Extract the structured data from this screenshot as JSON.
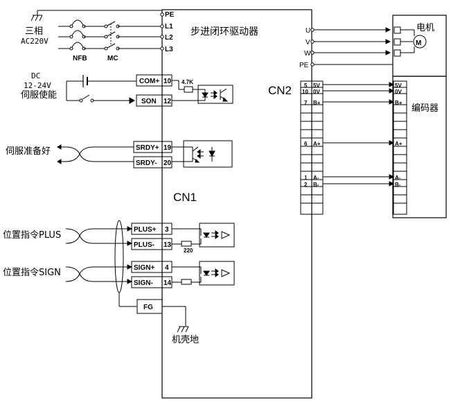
{
  "power": {
    "phase": "三相",
    "voltage": "AC220V",
    "breaker": "NFB",
    "contactor": "MC"
  },
  "dc": {
    "label": "DC",
    "range": "12-24V",
    "enable": "伺服使能"
  },
  "driver_title": "步进闭环驱动器",
  "cn1": "CN1",
  "cn2": "CN2",
  "terminals": {
    "pe": "PE",
    "l1": "L1",
    "l2": "L2",
    "l3": "L3"
  },
  "pins": {
    "com": "COM+",
    "com_no": "10",
    "son": "SON",
    "son_no": "12",
    "srdy_p": "SRDY+",
    "srdy_p_no": "19",
    "srdy_m": "SRDY-",
    "srdy_m_no": "20",
    "plus_p": "PLUS+",
    "plus_p_no": "3",
    "plus_m": "PLUS-",
    "plus_m_no": "13",
    "sign_p": "SIGN+",
    "sign_p_no": "4",
    "sign_m": "SIGN-",
    "sign_m_no": "14",
    "fg": "FG"
  },
  "resistors": {
    "r47k": "4.7K",
    "r220": "220"
  },
  "signals": {
    "ready": "伺服准备好",
    "plus": "位置指令PLUS",
    "sign": "位置指令SIGN"
  },
  "ground_label": "机壳地",
  "motor": {
    "label": "电机",
    "symbol": "M",
    "u": "U",
    "v": "V",
    "w": "W",
    "pe": "PE"
  },
  "encoder": {
    "label": "编码器",
    "rows": [
      {
        "num": "5",
        "sig": "5V"
      },
      {
        "num": "10",
        "sig": "0V"
      },
      {
        "num": "7",
        "sig": "B+"
      },
      {
        "num": "6",
        "sig": "A+"
      },
      {
        "num": "1",
        "sig": "A-"
      },
      {
        "num": "2",
        "sig": "B-"
      }
    ]
  }
}
